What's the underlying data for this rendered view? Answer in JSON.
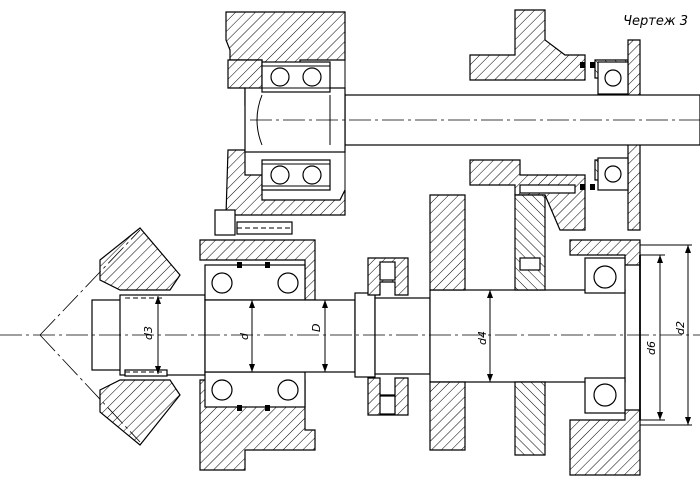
{
  "title": "Чертеж 3",
  "dimensions": {
    "d3": "d3",
    "d": "d",
    "D": "D",
    "d4": "d4",
    "d6": "d6",
    "d2": "d2"
  }
}
